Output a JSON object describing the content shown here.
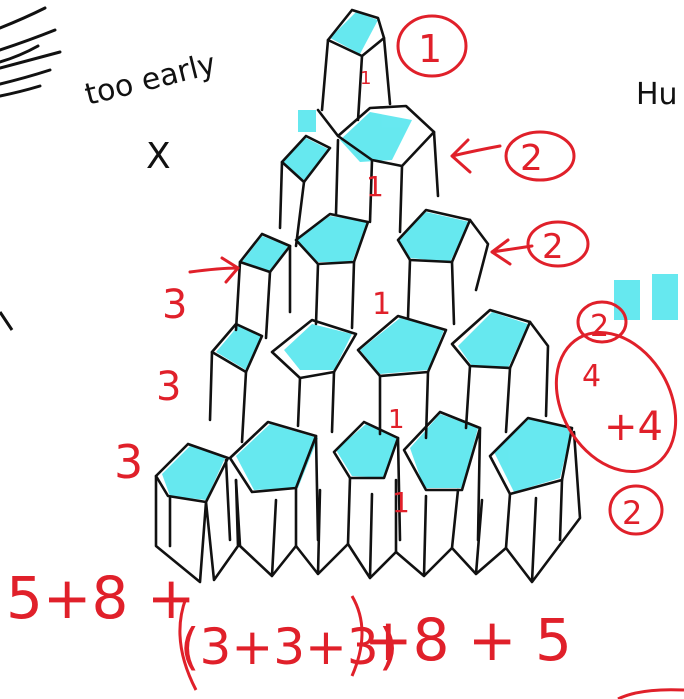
{
  "colors": {
    "ink": "#111111",
    "red": "#e0202a",
    "cyan": "#56e6ee"
  },
  "notes": {
    "too_early": "too early",
    "cross": "X",
    "edge_text": "Hu"
  },
  "counts": {
    "right_labels": [
      "1",
      "2",
      "2",
      "2",
      "2"
    ],
    "left_labels": [
      "3",
      "3",
      "3"
    ],
    "side_sum_a": "4",
    "side_sum_b": "+4",
    "cube_ones": [
      "1",
      "1",
      "1",
      "1",
      "1"
    ]
  },
  "equation": {
    "part1": "5+8 +",
    "part2": "(3+3+3)",
    "part3": "+8 + 5"
  }
}
